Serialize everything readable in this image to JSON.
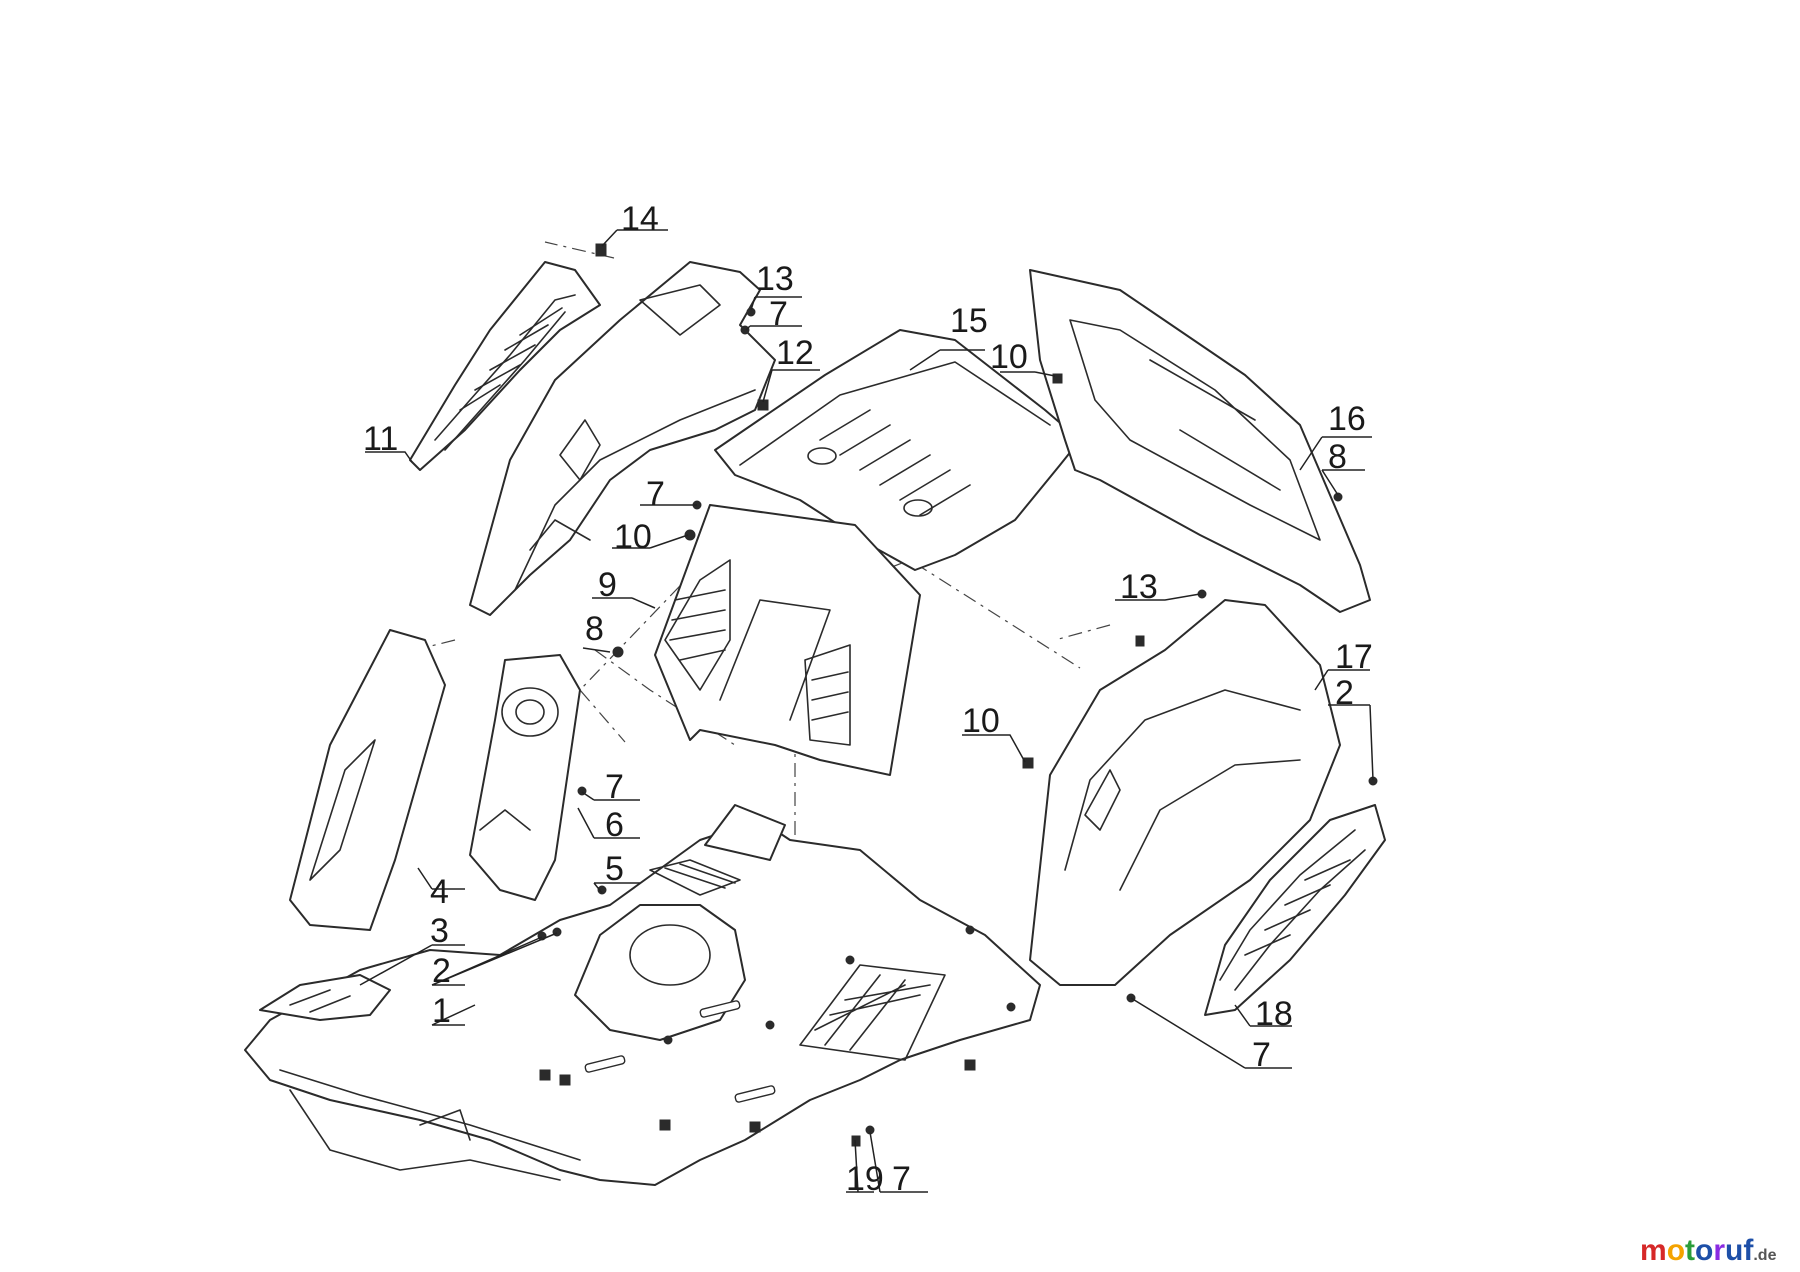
{
  "callouts": {
    "c1": "1",
    "c2a": "2",
    "c2b": "2",
    "c3": "3",
    "c4": "4",
    "c5": "5",
    "c6": "6",
    "c7a": "7",
    "c7b": "7",
    "c7c": "7",
    "c7d": "7",
    "c7e": "7",
    "c8a": "8",
    "c8b": "8",
    "c9": "9",
    "c10a": "10",
    "c10b": "10",
    "c10c": "10",
    "c11": "11",
    "c12": "12",
    "c13a": "13",
    "c13b": "13",
    "c14": "14",
    "c15": "15",
    "c16": "16",
    "c17": "17",
    "c18": "18",
    "c19": "19"
  },
  "watermark": {
    "motor": "motor",
    "uf": "uf",
    "tld": ".de",
    "colors": [
      "#d62828",
      "#f4a300",
      "#2a9d3a",
      "#1d4fa8",
      "#8a2be2"
    ]
  }
}
